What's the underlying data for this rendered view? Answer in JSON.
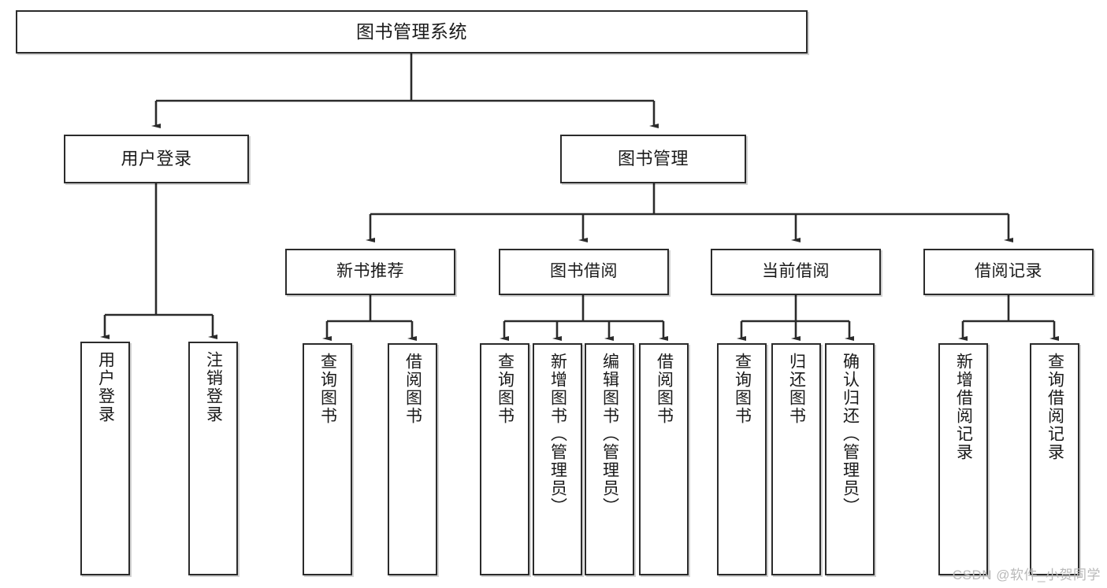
{
  "diagram": {
    "title": "图书管理系统",
    "type": "tree-hierarchy-chart",
    "watermark": "CSDN @软件_小贺同学",
    "colors": {
      "border": "#2b2b2b",
      "background": "#ffffff",
      "text": "#1a1a1a",
      "connector": "#2b2b2b",
      "watermark": "#b9b9b9"
    }
  },
  "nodes": {
    "root": {
      "label": "图书管理系统"
    },
    "level2": [
      {
        "id": "user-login",
        "label": "用户登录"
      },
      {
        "id": "book-manage",
        "label": "图书管理"
      }
    ],
    "level3": [
      {
        "id": "new-book-recommend",
        "label": "新书推荐"
      },
      {
        "id": "book-borrow",
        "label": "图书借阅"
      },
      {
        "id": "current-borrow",
        "label": "当前借阅"
      },
      {
        "id": "borrow-record",
        "label": "借阅记录"
      }
    ],
    "leaves": {
      "user-login": [
        {
          "id": "leaf-user-login",
          "label": "用户登录"
        },
        {
          "id": "leaf-user-logout",
          "label": "注销登录"
        }
      ],
      "new-book-recommend": [
        {
          "id": "leaf-query-book-1",
          "label": "查询图书"
        },
        {
          "id": "leaf-borrow-book-1",
          "label": "借阅图书"
        }
      ],
      "book-borrow": [
        {
          "id": "leaf-query-book-2",
          "label": "查询图书"
        },
        {
          "id": "leaf-add-book",
          "label": "新增图书（管理员）"
        },
        {
          "id": "leaf-edit-book",
          "label": "编辑图书（管理员）"
        },
        {
          "id": "leaf-borrow-book-2",
          "label": "借阅图书"
        }
      ],
      "current-borrow": [
        {
          "id": "leaf-query-book-3",
          "label": "查询图书"
        },
        {
          "id": "leaf-return-book",
          "label": "归还图书"
        },
        {
          "id": "leaf-confirm-return",
          "label": "确认归还（管理员）"
        }
      ],
      "borrow-record": [
        {
          "id": "leaf-add-record",
          "label": "新增借阅记录"
        },
        {
          "id": "leaf-query-record",
          "label": "查询借阅记录"
        }
      ]
    }
  }
}
